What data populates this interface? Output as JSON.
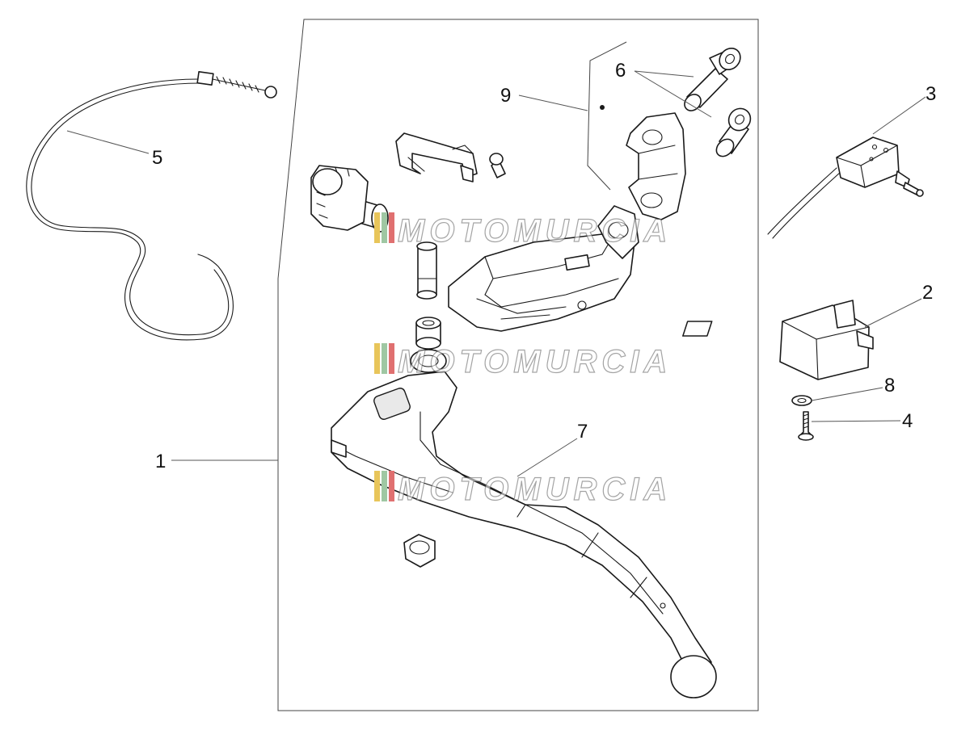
{
  "callouts": [
    {
      "id": "1",
      "label": "1"
    },
    {
      "id": "2",
      "label": "2"
    },
    {
      "id": "3",
      "label": "3"
    },
    {
      "id": "4",
      "label": "4"
    },
    {
      "id": "5",
      "label": "5"
    },
    {
      "id": "6",
      "label": "6"
    },
    {
      "id": "7",
      "label": "7"
    },
    {
      "id": "8",
      "label": "8"
    },
    {
      "id": "9",
      "label": "9"
    }
  ],
  "watermark": {
    "text": "MOTOMURCIA",
    "colors": [
      "#e8c55a",
      "#9fc7a3",
      "#e07070"
    ]
  },
  "icons": [
    "cable-icon",
    "lever-icon",
    "clamp-icon",
    "switch-icon",
    "screw-icon",
    "washer-icon",
    "bolt-icon",
    "adjuster-icon"
  ]
}
